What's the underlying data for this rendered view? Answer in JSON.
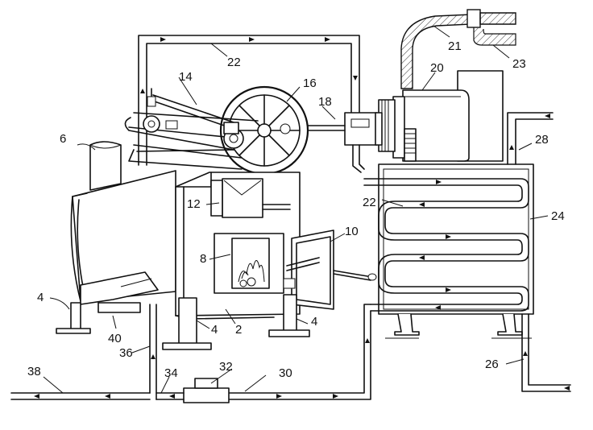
{
  "labels": {
    "l2": "2",
    "l4a": "4",
    "l4b": "4",
    "l4c": "4",
    "l6": "6",
    "l8": "8",
    "l10": "10",
    "l12": "12",
    "l14": "14",
    "l16": "16",
    "l18": "18",
    "l20": "20",
    "l21": "21",
    "l22a": "22",
    "l22b": "22",
    "l23": "23",
    "l24": "24",
    "l26": "26",
    "l28": "28",
    "l30": "30",
    "l32": "32",
    "l34": "34",
    "l36": "36",
    "l38": "38",
    "l40": "40"
  }
}
